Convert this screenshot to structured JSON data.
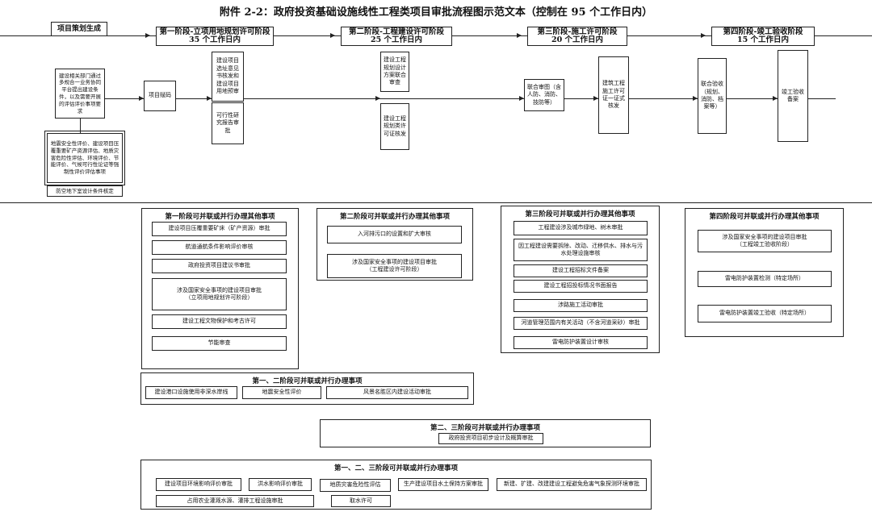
{
  "title": "附件 2-2：政府投资基础设施线性工程类项目审批流程图示范文本（控制在 95 个工作日内）",
  "start_label": "项目策划生成",
  "stages": [
    {
      "name": "第一阶段-立项用地规划许可阶段",
      "days": "35 个工作日内"
    },
    {
      "name": "第二阶段-工程建设许可阶段",
      "days": "25 个工作日内"
    },
    {
      "name": "第三阶段-施工许可阶段",
      "days": "20 个工作日内"
    },
    {
      "name": "第四阶段-竣工验收阶段",
      "days": "15 个工作日内"
    }
  ],
  "flow": {
    "coordination": "建设相关部门通过多规合一业务协同平台提出建设条件，以及需要开展的评估评价事项要求",
    "evaluation": "地震安全性评价、建设项目压覆重要矿产资源评估、地质灾害危险性评估、环境评价、节能评价、气候可行性论证等强制性评价评估事项",
    "civil_defense": "防空地下室设计条件核定",
    "assign_code": "项目赋码",
    "s1_box1": "建设项目选址意见书核发和建设项目用地预审",
    "s1_box2": "可行性研究报告审批",
    "s2_box1": "建设工程规划设计方案联合审查",
    "s2_box2": "建设工程规划类许可证核发",
    "s3_box1": "联合审图（含人防、消防、技防等）",
    "s3_box2": "建筑工程施工许可证一证式核发",
    "s4_box1": "联合验收（规划、消防、档案等）",
    "s4_box2": "竣工验收备案"
  },
  "parallel": {
    "stage1": {
      "title": "第一阶段可并联或并行办理其他事项",
      "items": [
        "建设项目压覆重要矿床（矿产资源）审批",
        "航道通航条件影响评价审核",
        "政府投资项目建议书审批",
        "涉及国家安全事项的建设项目审批\n（立项用地规划许可阶段）",
        "建设工程文物保护和考古许可",
        "节能审查"
      ]
    },
    "stage2": {
      "title": "第二阶段可并联或并行办理其他事项",
      "items": [
        "入河排污口的设置和扩大审核",
        "涉及国家安全事项的建设项目审批\n（工程建设许可阶段）"
      ]
    },
    "stage3": {
      "title": "第三阶段可并联或并行办理其他事项",
      "items": [
        "工程建设涉及城市绿地、树木审批",
        "因工程建设需要拆除、改动、迁移供水、排水与污水处理设施审核",
        "建设工程招标文件备案",
        "建设工程招投标情况书面报告",
        "涉路施工活动审批",
        "河道管理范围内有关活动（不含河道采砂）审批",
        "雷电防护装置设计审核"
      ]
    },
    "stage4": {
      "title": "第四阶段可并联或并行办理其他事项",
      "items": [
        "涉及国家安全事项的建设项目审批\n（工程竣工验收阶段）",
        "雷电防护装置检测（特定场所）",
        "雷电防护装置竣工验收（特定场所）"
      ]
    },
    "stage12": {
      "title": "第一、二阶段可并联或并行办理事项",
      "items": [
        "建设港口设施使用非深水岸线",
        "地震安全性评价",
        "风景名胜区内建设活动审批"
      ]
    },
    "stage23": {
      "title": "第二、三阶段可并联或并行办理事项",
      "items": [
        "政府投资项目初步设计及概算审批"
      ]
    },
    "stage123": {
      "title": "第一、二、三阶段可并联或并行办理事项",
      "items": [
        "建设项目环境影响评价审批",
        "洪水影响评价审批",
        "地质灾害危险性评估",
        "生产建设项目水土保持方案审批",
        "新建、扩建、改建建设工程避免危害气象探测环境审批",
        "占用农业灌溉水源、灌排工程设施审批",
        "取水许可"
      ]
    }
  }
}
